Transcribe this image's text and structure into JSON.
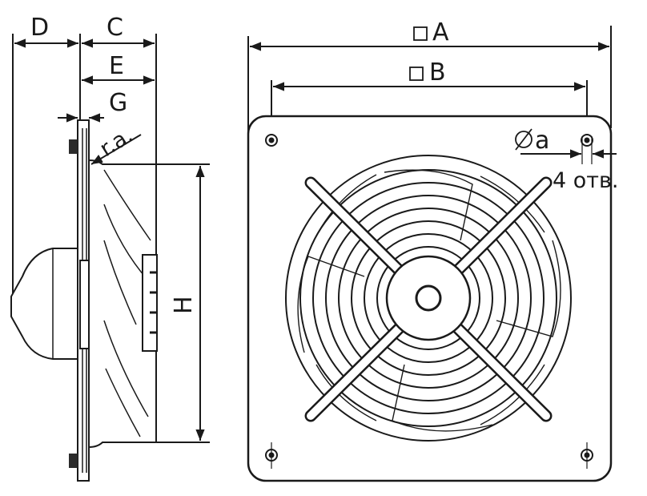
{
  "side_view": {
    "labels": {
      "D": "D",
      "C": "C",
      "E": "E",
      "G": "G",
      "ra": "r.a.",
      "H": "H"
    }
  },
  "front_view": {
    "labels": {
      "A": "A",
      "B": "B",
      "hole_diameter": "a",
      "holes_count": "4 отв."
    }
  },
  "colors": {
    "line": "#1a1a1a",
    "fill": "#ffffff",
    "shade": "#dcdcdc",
    "dark": "#2b2b2b"
  }
}
